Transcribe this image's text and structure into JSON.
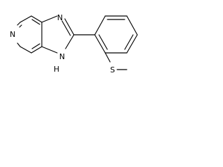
{
  "atoms": {
    "pyridine_n": "N",
    "imidazole_n3": "N",
    "imidazole_nh": "N",
    "imidazole_nh_h": "H",
    "sulfur": "S"
  }
}
